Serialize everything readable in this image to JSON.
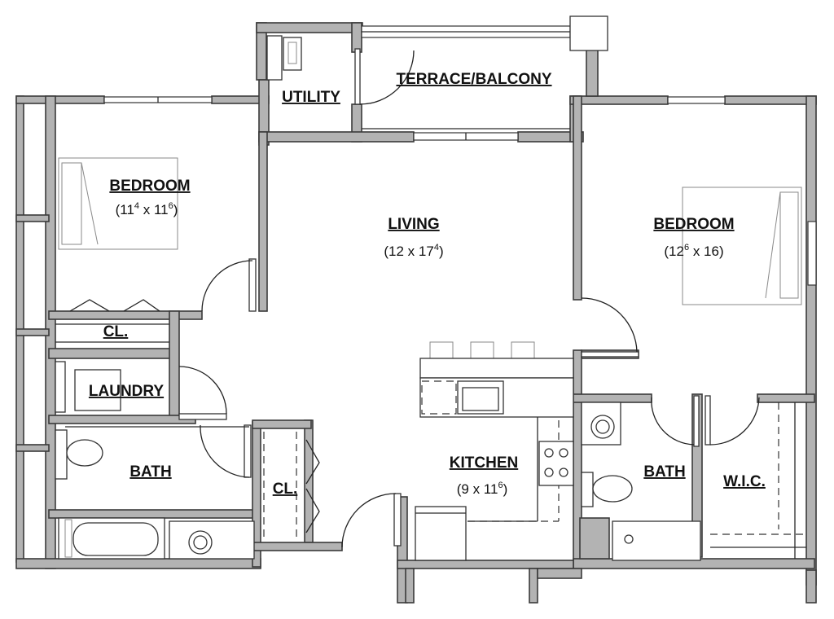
{
  "rooms": {
    "utility": {
      "label": "UTILITY"
    },
    "terrace": {
      "label": "TERRACE/BALCONY"
    },
    "bedroom_left": {
      "label": "BEDROOM",
      "dim_a": "11",
      "dim_a_sup": "4",
      "dim_sep": " x 11",
      "dim_b_sup": "6",
      "open": "(",
      "close": ")"
    },
    "living": {
      "label": "LIVING",
      "dim_a": "12 x 17",
      "dim_a_sup": "4",
      "open": "(",
      "close": ")"
    },
    "bedroom_right": {
      "label": "BEDROOM",
      "dim_a": "12",
      "dim_a_sup": "6",
      "dim_sep": " x 16",
      "open": "(",
      "close": ")"
    },
    "closet_left": {
      "label": "CL."
    },
    "laundry": {
      "label": "LAUNDRY"
    },
    "bath_left": {
      "label": "BATH"
    },
    "closet_hall": {
      "label": "CL."
    },
    "kitchen": {
      "label": "KITCHEN",
      "dim_a": "9 x 11",
      "dim_a_sup": "6",
      "open": "(",
      "close": ")"
    },
    "bath_right": {
      "label": "BATH"
    },
    "wic": {
      "label": "W.I.C."
    }
  },
  "colors": {
    "wall": "#b3b3b3",
    "wall_outline": "#3a3a3a",
    "line": "#222222"
  }
}
